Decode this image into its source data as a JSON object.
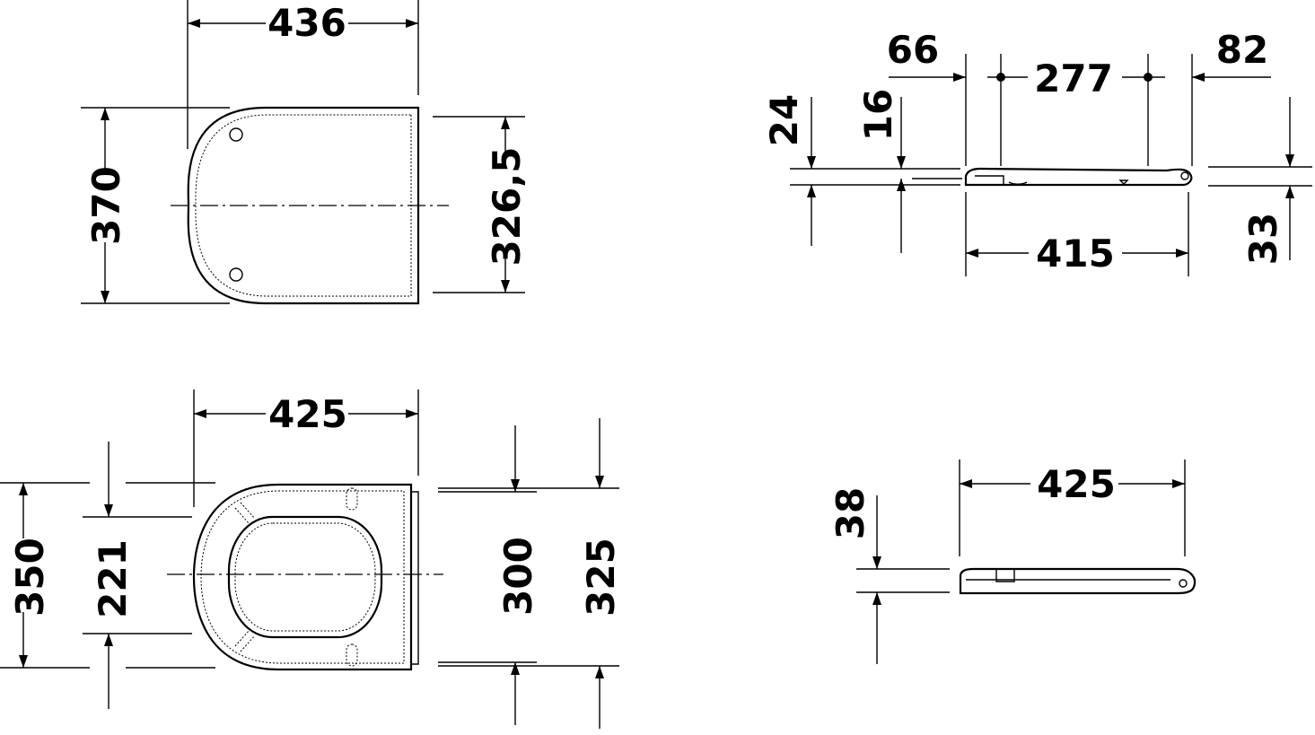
{
  "dimensions": {
    "top_left": {
      "width": "436",
      "height": "370",
      "inner_height": "326,5"
    },
    "top_right": {
      "front": "66",
      "hinge_spacing": "277",
      "rear": "82",
      "thickness_front": "24",
      "thickness_lid": "16",
      "length": "415",
      "height_rear": "33"
    },
    "bottom_left": {
      "width": "425",
      "height": "350",
      "opening": "221",
      "inner": "300",
      "outer": "325"
    },
    "bottom_right": {
      "width": "425",
      "height": "38"
    }
  }
}
